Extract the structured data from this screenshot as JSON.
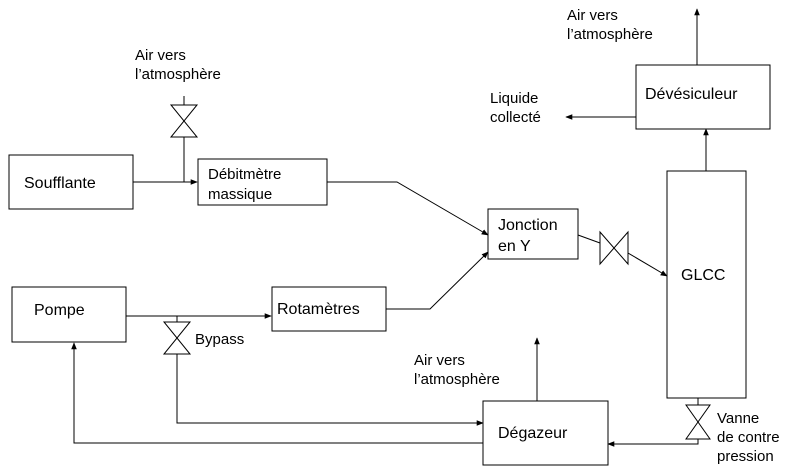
{
  "blocks": {
    "soufflante": "Soufflante",
    "debitmetre": [
      "Débitmètre",
      "massique"
    ],
    "jonction": [
      "Jonction",
      "en Y"
    ],
    "pompe": "Pompe",
    "rotametres": "Rotamètres",
    "glcc": "GLCC",
    "devesiculeur": "Dévésiculeur",
    "degazeur": "Dégazeur"
  },
  "labels": {
    "air_vent_left": [
      "Air vers",
      "l’atmosphère"
    ],
    "air_vent_top": [
      "Air vers",
      "l’atmosphère"
    ],
    "air_vent_bottom": [
      "Air vers",
      "l’atmosphère"
    ],
    "liquide": [
      "Liquide",
      "collecté"
    ],
    "bypass": "Bypass",
    "vanne": [
      "Vanne",
      "de contre",
      "pression"
    ]
  }
}
